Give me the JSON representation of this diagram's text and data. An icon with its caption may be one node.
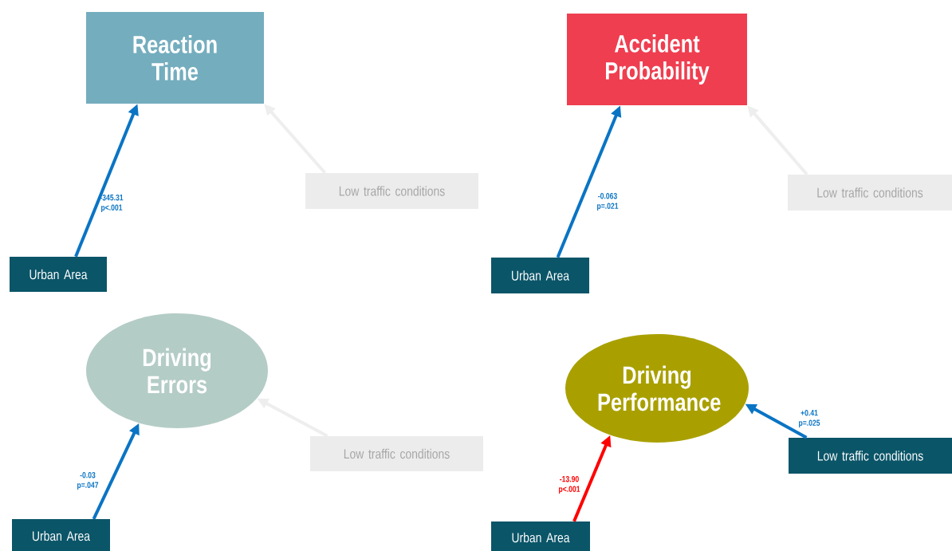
{
  "diagram": {
    "nodes": [
      {
        "text": [
          "Reaction Time"
        ]
      },
      {
        "text": [
          "Urban Area"
        ]
      },
      {
        "text": [
          "Low traffic conditions"
        ]
      },
      {
        "text": [
          "Accident Probability"
        ]
      },
      {
        "text": [
          "Urban Area"
        ]
      },
      {
        "text": [
          "Low traffic conditions"
        ]
      },
      {
        "text": [
          "Driving Errors"
        ]
      },
      {
        "text": [
          "Urban Area"
        ]
      },
      {
        "text": [
          "Low traffic conditions"
        ]
      },
      {
        "text": [
          "Driving Performance"
        ]
      },
      {
        "text": [
          "Urban Area"
        ]
      },
      {
        "text": [
          "Low traffic conditions"
        ]
      }
    ],
    "edges": [
      {
        "from": 1,
        "to": 0,
        "arrow": "to",
        "label": "-345.31 p<.001"
      },
      {
        "from": 2,
        "to": 0,
        "arrow": "to",
        "color": "#eeeeee"
      },
      {
        "from": 4,
        "to": 3,
        "arrow": "to",
        "label": "-0.063 p=.021"
      },
      {
        "from": 5,
        "to": 3,
        "arrow": "to",
        "color": "#eeeeee"
      },
      {
        "from": 7,
        "to": 6,
        "arrow": "to",
        "label": "-0.03 p=.047"
      },
      {
        "from": 8,
        "to": 6,
        "arrow": "to",
        "color": "#eeeeee"
      },
      {
        "from": 10,
        "to": 9,
        "arrow": "to",
        "label": "-13.90 p<.001",
        "color": "#ff0000"
      },
      {
        "from": 11,
        "to": 9,
        "arrow": "to",
        "label": "+0.41 p=.025"
      }
    ]
  }
}
